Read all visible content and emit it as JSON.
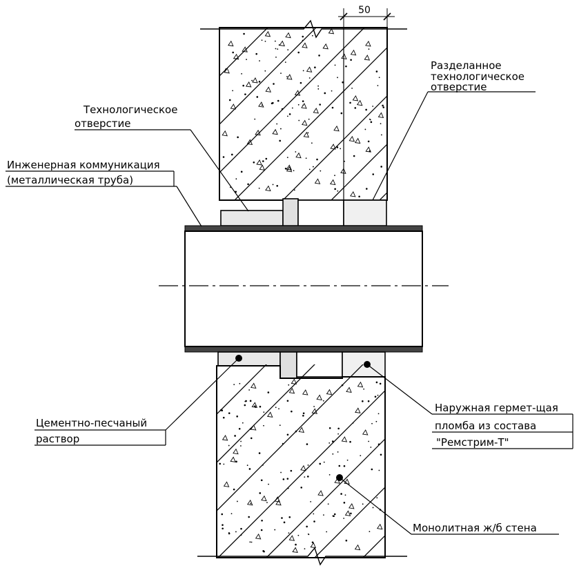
{
  "dimension": {
    "value": "50"
  },
  "labels": {
    "tech_hole": [
      "Технологическое",
      "отверстие"
    ],
    "utility": [
      "Инженерная коммуникация",
      "(металлическая труба)"
    ],
    "sealed_hole": [
      "Разделанное",
      "технологическое",
      "отверстие"
    ],
    "mortar": [
      "Цементно-песчаный",
      "раствор"
    ],
    "outer_seal": [
      "Наружная гермет-щая",
      "пломба из состава",
      "\"Ремстрим-Т\""
    ],
    "wall": [
      "Монолитная ж/б стена"
    ]
  },
  "colors": {
    "line": "#000000",
    "background": "#ffffff"
  }
}
